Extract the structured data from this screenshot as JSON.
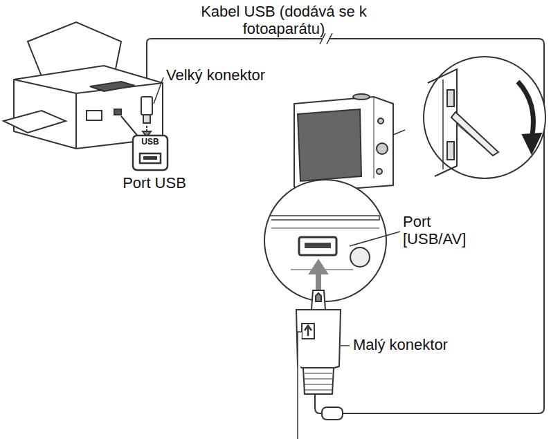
{
  "diagram": {
    "labels": [
      "Kabel USB (dodává se k fotoaparátu)",
      "Velký konektor",
      "USB",
      "Port USB",
      "Port [USB/AV]",
      "Malý konektor"
    ]
  }
}
